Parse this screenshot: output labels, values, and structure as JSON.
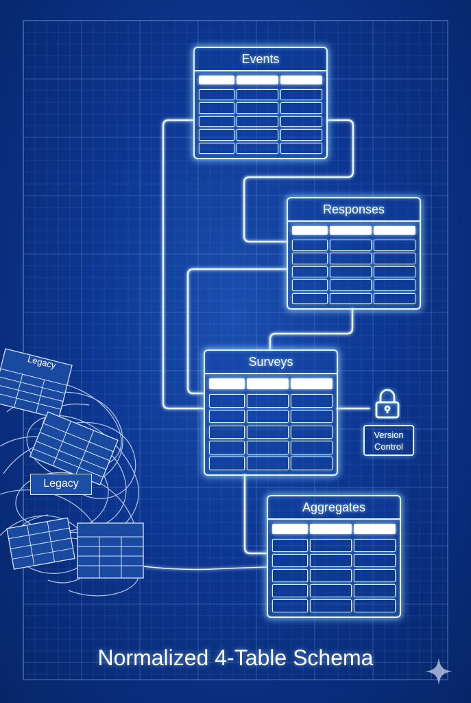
{
  "tables": [
    {
      "id": "events",
      "title": "Events"
    },
    {
      "id": "responses",
      "title": "Responses"
    },
    {
      "id": "surveys",
      "title": "Surveys"
    },
    {
      "id": "aggregates",
      "title": "Aggregates"
    }
  ],
  "version_control": {
    "line1": "Version",
    "line2": "Control",
    "icon": "lock-icon"
  },
  "legacy": {
    "tag": "Legacy",
    "card_label": "Legacy"
  },
  "caption": "Normalized 4-Table Schema",
  "colors": {
    "background": "#0c3690",
    "glow": "#e8f6ff"
  }
}
